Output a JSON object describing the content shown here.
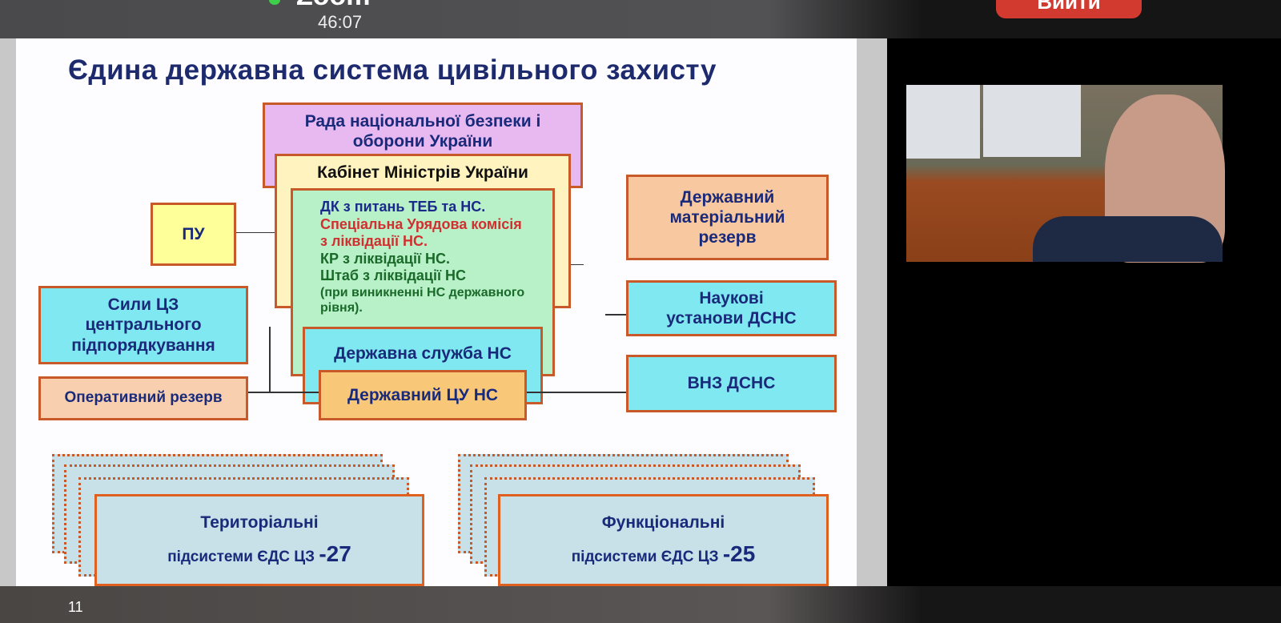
{
  "app": {
    "title": "Zoom",
    "timer": "46:07",
    "leave_label": "Вийти"
  },
  "slide": {
    "title": "Єдина державна система цивільного захисту",
    "rada": "Рада національної безпеки і оборони України",
    "kabinet": "Кабінет Міністрів України",
    "commissions": [
      "ДК з питань ТЕБ та НС.",
      "Спеціальна Урядова комісія з ліквідації НС.",
      "КР з ліквідації НС.",
      "Штаб з ліквідації НС",
      "(при виникненні НС державного рівня)."
    ],
    "derzh_sluzhba": "Державна служба НС",
    "derzh_cu": "Державний ЦУ НС",
    "pu": "ПУ",
    "syly": "Сили ЦЗ центрального підпорядкування",
    "oper_rezerv": "Оперативний резерв",
    "mat_rezerv": "Державний матеріальний резерв",
    "naukovi": "Наукові установи ДСНС",
    "vnz": "ВНЗ ДСНС",
    "terr_title": "Територіальні",
    "terr_sub": "підсистеми ЄДС ЦЗ",
    "terr_count": "-27",
    "func_title": "Функціональні",
    "func_sub": "підсистеми ЄДС ЦЗ",
    "func_count": "-25"
  },
  "toolbar": {
    "participants_count": "11"
  }
}
